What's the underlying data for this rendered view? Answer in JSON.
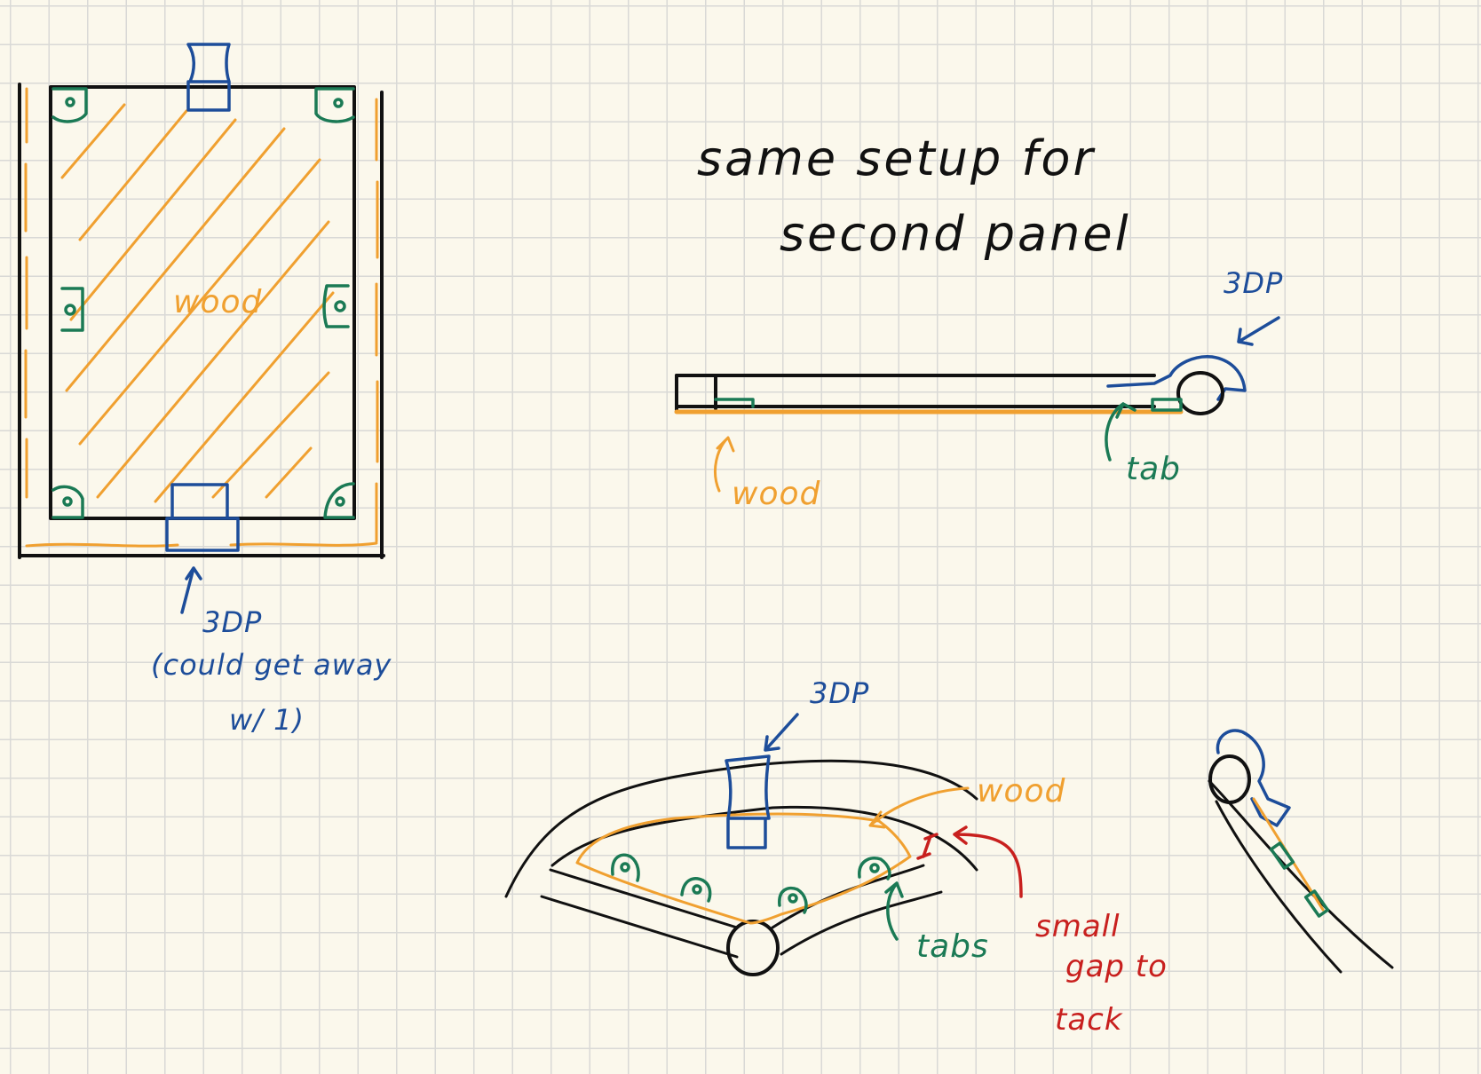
{
  "notes": {
    "heading_line1": "same setup for",
    "heading_line2": "second panel"
  },
  "front_view": {
    "wood_label": "wood",
    "print_label": "3DP",
    "print_note_line1": "(could get away",
    "print_note_line2": "w/ 1)"
  },
  "side_view": {
    "print_label": "3DP",
    "tab_label": "tab",
    "wood_label": "wood"
  },
  "folded_view": {
    "print_label": "3DP",
    "wood_label": "wood",
    "tabs_label": "tabs",
    "gap_label_line1": "small",
    "gap_label_line2": "gap to",
    "gap_label_line3": "tack"
  },
  "colors": {
    "paper": "#fbf8ec",
    "grid": "#d9d9d6",
    "ink_black": "#111111",
    "ink_orange": "#f0a030",
    "ink_blue": "#1d4d9a",
    "ink_green": "#1b7a55",
    "ink_red": "#c8201e"
  }
}
